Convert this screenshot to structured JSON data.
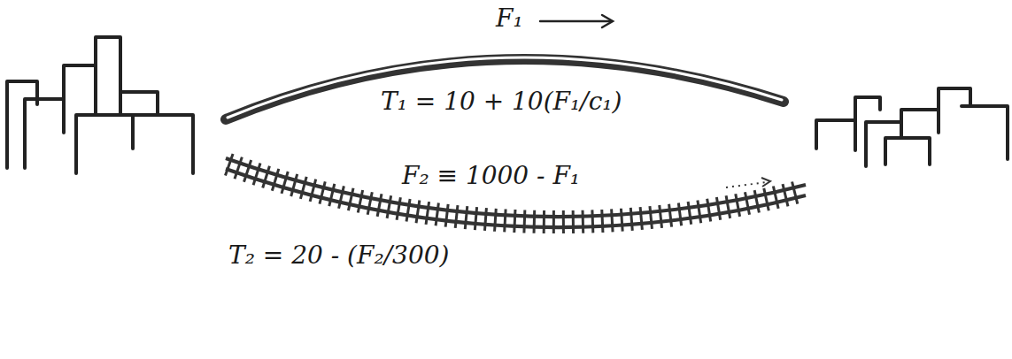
{
  "diagram": {
    "labels": [
      "F₁",
      "T₁ = 10 + 10(F₁/c₁)",
      "F₂ ≡ 1000 - F₁",
      "T₂ = 20 - (F₂/300)"
    ]
  }
}
